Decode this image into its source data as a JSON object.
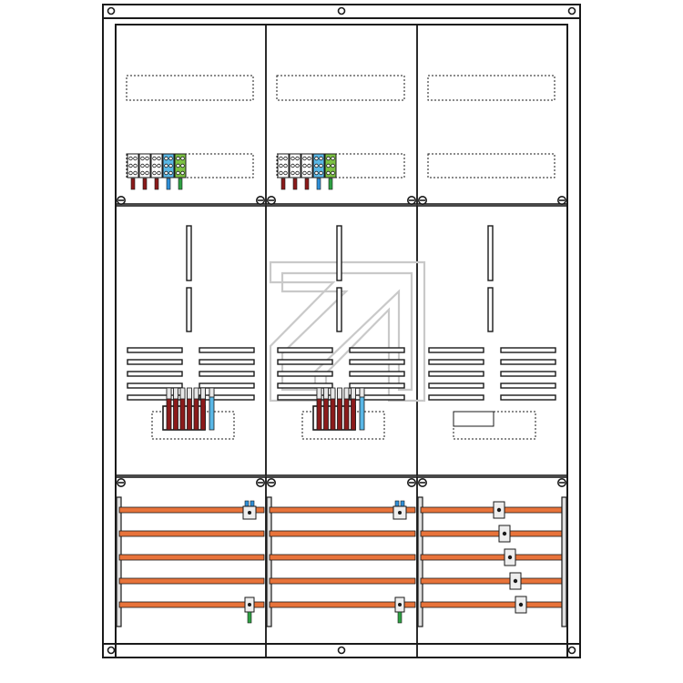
{
  "diagram": {
    "kind": "electrical meter cabinet schematic",
    "columns": 3,
    "sections": [
      "upper-distribution-field",
      "meter-field",
      "busbar-field"
    ],
    "busbar_count": 5,
    "columns_detail": [
      {
        "terminal_block": true,
        "meter_terminal": true,
        "busbar_taps": "left-stacked"
      },
      {
        "terminal_block": true,
        "meter_terminal": true,
        "busbar_taps": "left-stacked"
      },
      {
        "terminal_block": false,
        "meter_terminal": false,
        "busbar_taps": "staggered"
      }
    ],
    "colors": {
      "line": "#1a1a1a",
      "busbar": "#e8733a",
      "phase_wire": "#8b1a1a",
      "neutral": "#2f8fd8",
      "earth": "#2ea043",
      "neutral_block": "#59b7e6",
      "earth_block": "#7cc243",
      "watermark": "#c9c9c9"
    },
    "icons": [
      "screw-icon",
      "mounting-hole-icon",
      "watermark-arrow-icon"
    ]
  }
}
